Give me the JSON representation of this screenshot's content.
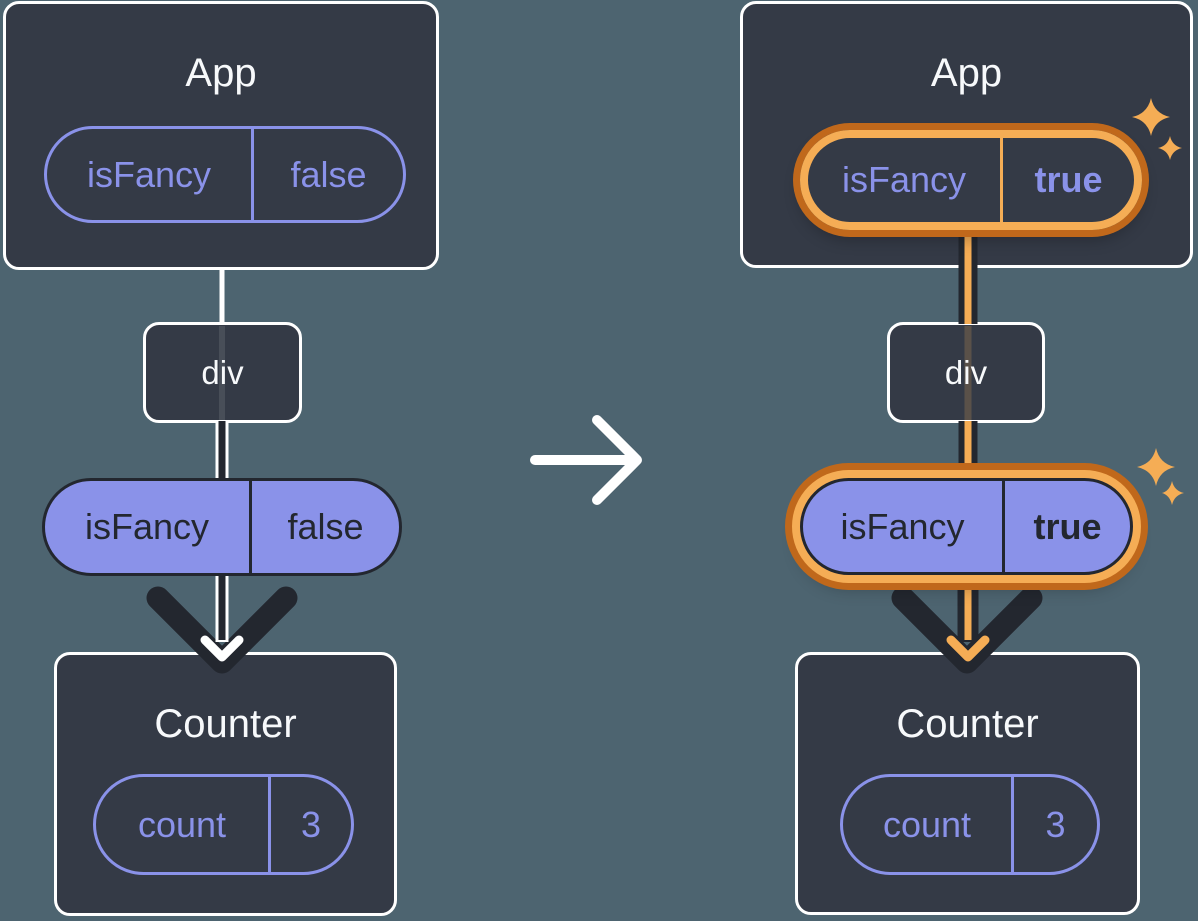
{
  "diagram_title": "State toggling highlight diagram (before and after isFancy becomes true)",
  "before": {
    "app": {
      "title": "App",
      "state_pill": {
        "name": "isFancy",
        "value": "false"
      }
    },
    "div_node": {
      "label": "div"
    },
    "passed_prop_pill": {
      "name": "isFancy",
      "value": "false"
    },
    "counter": {
      "title": "Counter",
      "state_pill": {
        "name": "count",
        "value": "3"
      }
    }
  },
  "after": {
    "app": {
      "title": "App",
      "state_pill": {
        "name": "isFancy",
        "value": "true"
      }
    },
    "div_node": {
      "label": "div"
    },
    "passed_prop_pill": {
      "name": "isFancy",
      "value": "true"
    },
    "counter": {
      "title": "Counter",
      "state_pill": {
        "name": "count",
        "value": "3"
      }
    }
  },
  "icons": {
    "transition_arrow": "right-arrow",
    "pass_down_arrow": "chevron-down-arrow",
    "sparkles": "four-point-star"
  },
  "colors": {
    "background": "#4d6470",
    "card_fill": "#343a46",
    "card_border": "#ffffff",
    "purple_accent": "#8a92e9",
    "dark_ink": "#23272f",
    "highlight_orange": "#f5ad55",
    "highlight_orange_deep": "#c0681b",
    "title_text": "#f7f9fb"
  }
}
